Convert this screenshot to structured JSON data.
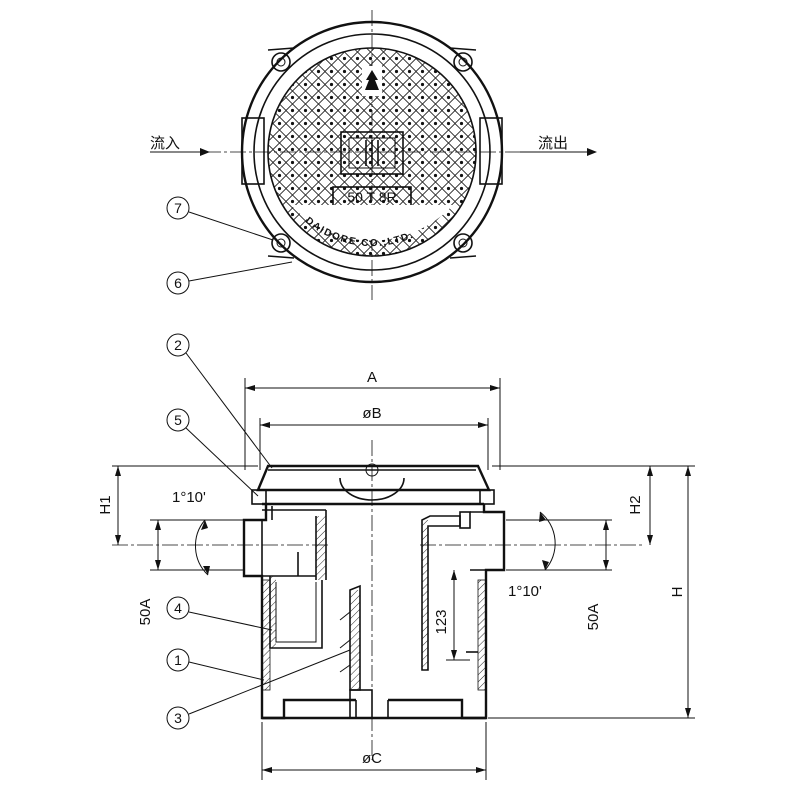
{
  "plan_view": {
    "inlet_label": "流入",
    "outlet_label": "流出",
    "cover_code": "50 T 8R",
    "maker_text": "DAIDORE CO.,LTD."
  },
  "section_view": {
    "dim_A": "A",
    "dim_B": "øB",
    "dim_C": "øC",
    "dim_H": "H",
    "dim_H1": "H1",
    "dim_H2": "H2",
    "angle_left": "1°10'",
    "angle_right": "1°10'",
    "pipe_left": "50A",
    "pipe_right": "50A",
    "height_123": "123"
  },
  "callouts": [
    "1",
    "2",
    "3",
    "4",
    "5",
    "6",
    "7"
  ]
}
